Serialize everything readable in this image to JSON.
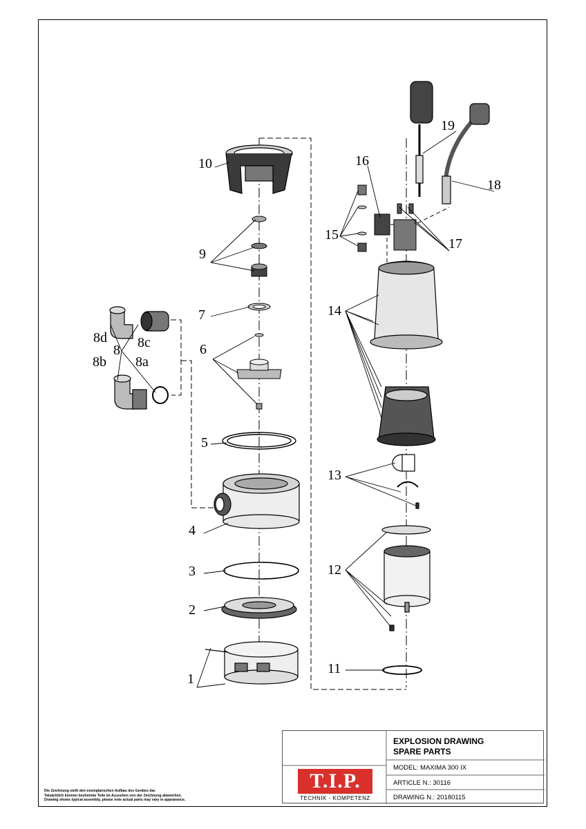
{
  "title_block": {
    "title_line1": "EXPLOSION DRAWING",
    "title_line2": "SPARE PARTS",
    "model": "MODEL: MAXIMA 300 IX",
    "article": "ARTICLE N.: 30116",
    "drawing": "DRAWING N.: 20180115"
  },
  "logo": {
    "letters": "T.I.P.",
    "tagline": "TECHNIK - KOMPETENZ",
    "color": "#d9302c"
  },
  "disclaimer": [
    "Die Zeichnung stellt den exemplarischen Aufbau des Gerätes dar.",
    "Tatsächlich können bestimmte Teile im Aussehen von der Zeichnung abweichen.",
    "Drawing shows typical assembly, please note actual parts may vary in appearance."
  ],
  "callouts": {
    "c1": "1",
    "c2": "2",
    "c3": "3",
    "c4": "4",
    "c5": "5",
    "c6": "6",
    "c7": "7",
    "c8": "8",
    "c8a": "8a",
    "c8b": "8b",
    "c8c": "8c",
    "c8d": "8d",
    "c9": "9",
    "c10": "10",
    "c11": "11",
    "c12": "12",
    "c13": "13",
    "c14": "14",
    "c15": "15",
    "c16": "16",
    "c17": "17",
    "c18": "18",
    "c19": "19"
  }
}
